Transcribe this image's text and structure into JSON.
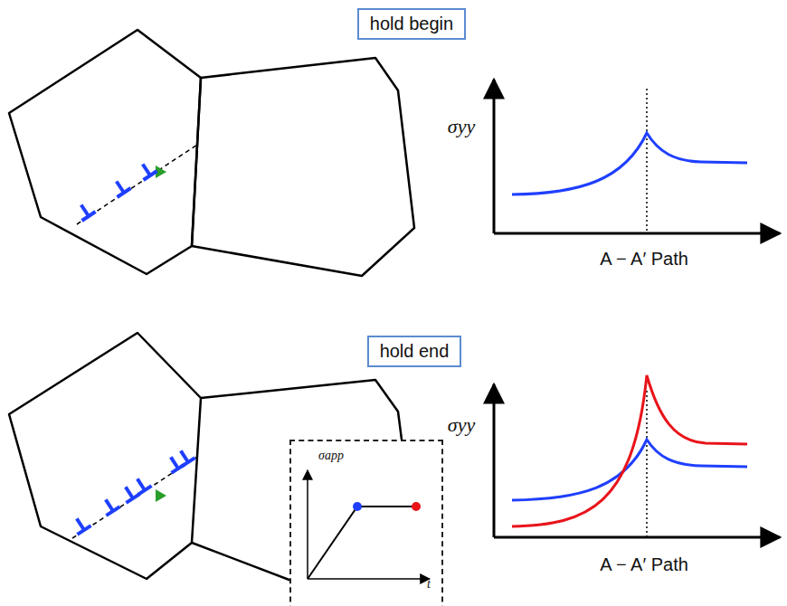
{
  "diagram": {
    "nodes": [
      {
        "text": [
          "hold begin"
        ]
      },
      {
        "text": [
          "hold end"
        ]
      },
      {
        "text": [
          "σapp",
          "t"
        ]
      }
    ],
    "labels": [
      "σyy",
      "A − A′ Path",
      "σyy",
      "A − A′ Path"
    ]
  }
}
